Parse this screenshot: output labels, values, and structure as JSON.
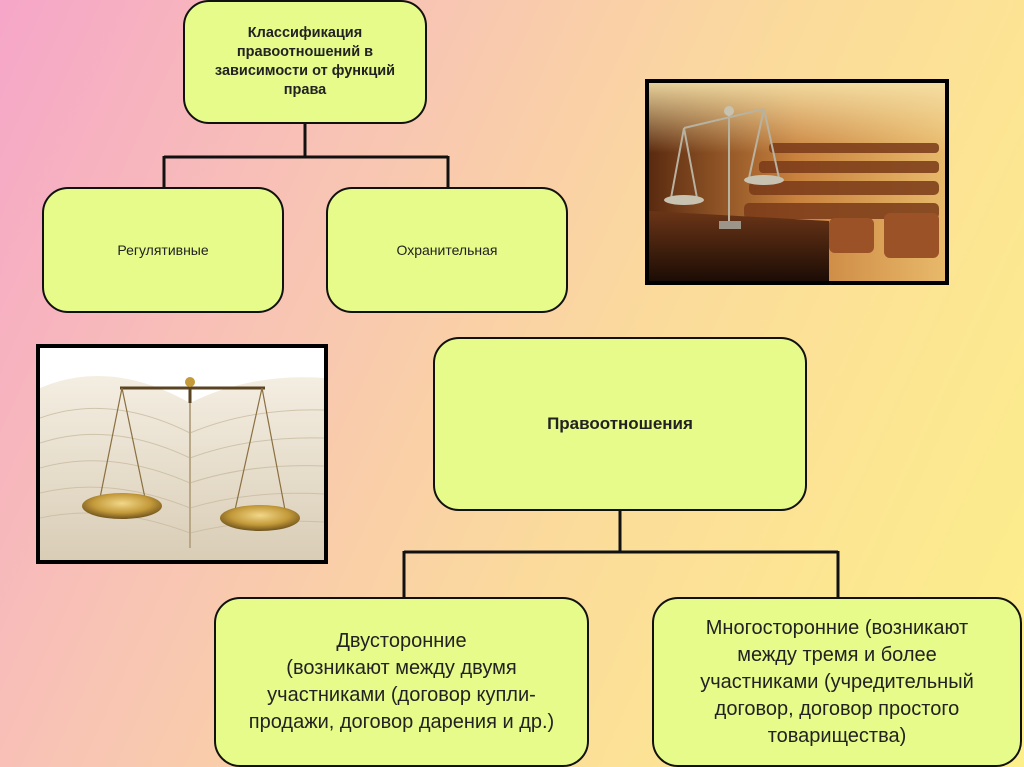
{
  "diagram": {
    "classification_title": "Классификация правоотношений в зависимости от функций права",
    "regulative": "Регулятивные",
    "protective": "Охранительная",
    "legal_relations": "Правоотношения",
    "bilateral_lines": [
      "Двусторонние",
      "(возникают между двумя",
      "участниками (договор купли-",
      "продажи, договор дарения и др.)"
    ],
    "multilateral_lines": [
      "Многосторонние (возникают",
      "между тремя и более",
      "участниками (учредительный",
      "договор, договор простого",
      "товарищества)"
    ]
  },
  "images": {
    "courtroom": "courtroom-scales-photo",
    "books": "books-scales-photo"
  }
}
